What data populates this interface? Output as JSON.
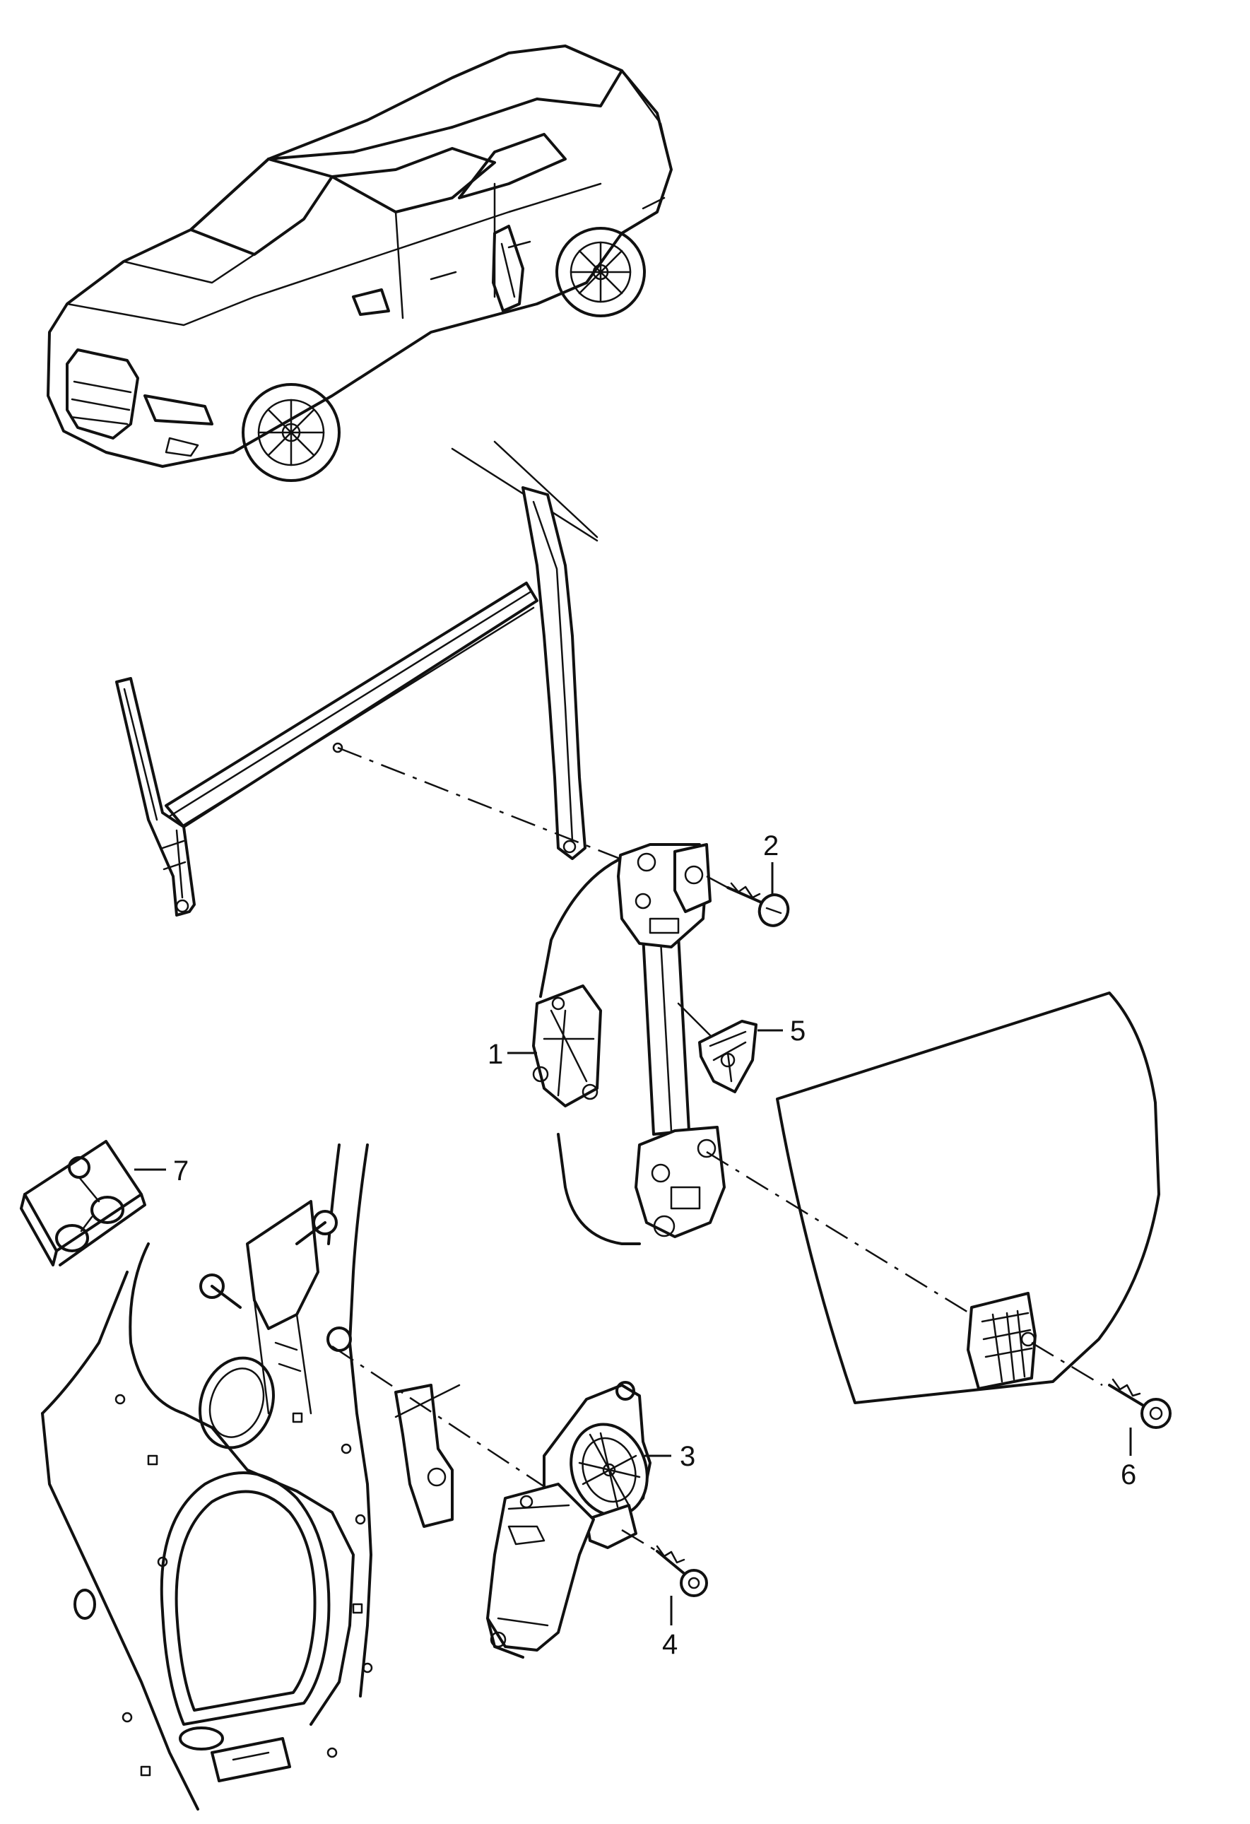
{
  "callouts": {
    "c1": "1",
    "c2": "2",
    "c3": "3",
    "c4": "4",
    "c5": "5",
    "c6": "6",
    "c7": "7"
  },
  "parts": [
    {
      "number": "1",
      "icon": "window-regulator-icon"
    },
    {
      "number": "2",
      "icon": "bolt-icon"
    },
    {
      "number": "3",
      "icon": "window-motor-icon"
    },
    {
      "number": "4",
      "icon": "bolt-icon"
    },
    {
      "number": "5",
      "icon": "glass-clip-icon"
    },
    {
      "number": "6",
      "icon": "bolt-icon"
    },
    {
      "number": "7",
      "icon": "sound-damper-icon"
    }
  ],
  "colors": {
    "line": "#111111",
    "background": "#ffffff"
  }
}
